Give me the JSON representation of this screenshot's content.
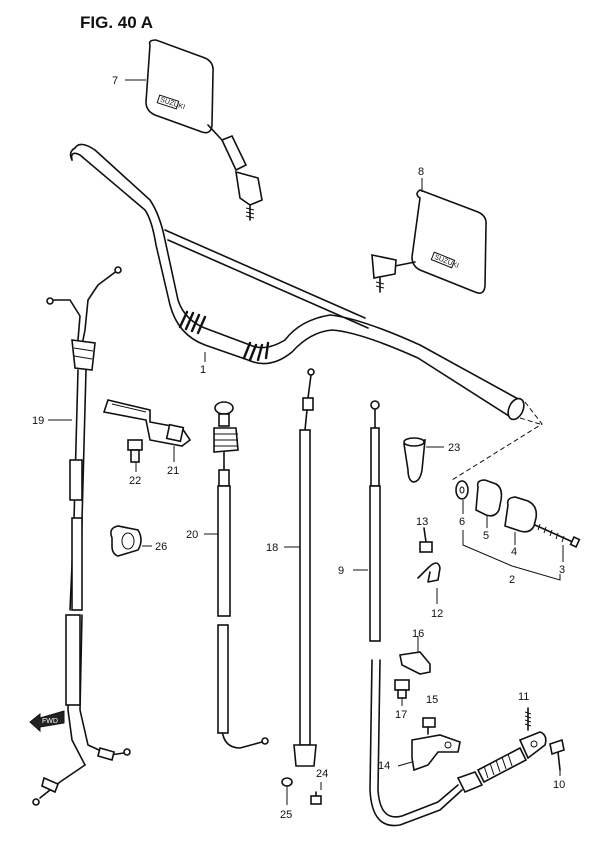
{
  "figure": {
    "title": "FIG. 40 A"
  },
  "callouts": {
    "p1": "1",
    "p2": "2",
    "p3": "3",
    "p4": "4",
    "p5": "5",
    "p6": "6",
    "p7": "7",
    "p8": "8",
    "p9": "9",
    "p10": "10",
    "p11": "11",
    "p12": "12",
    "p13": "13",
    "p14": "14",
    "p15": "15",
    "p16": "16",
    "p17": "17",
    "p18": "18",
    "p19": "19",
    "p20": "20",
    "p21": "21",
    "p22": "22",
    "p23": "23",
    "p24": "24",
    "p25": "25",
    "p26": "26"
  },
  "markings": {
    "fwd": "FWD",
    "mirror_brand": "SUZUKI"
  },
  "colors": {
    "ink": "#111111",
    "paper": "#ffffff"
  }
}
